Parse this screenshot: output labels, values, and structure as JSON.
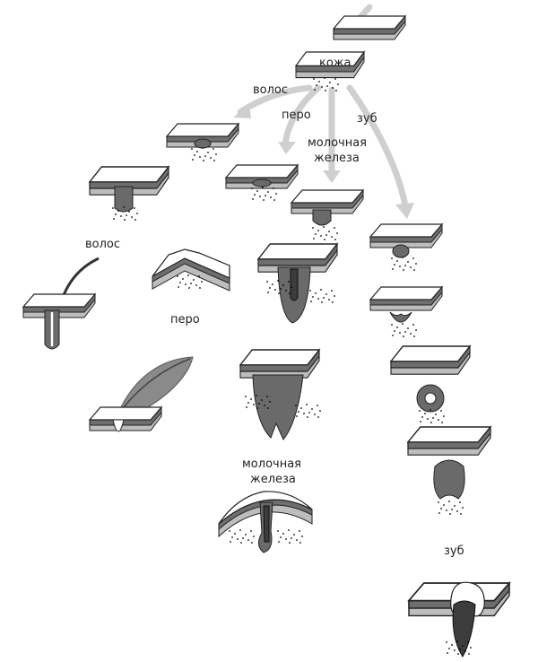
{
  "labels": {
    "skin": "кожа",
    "hair_branch": "волос",
    "feather_branch": "перо",
    "gland_branch_line1": "молочная",
    "gland_branch_line2": "железа",
    "tooth_branch": "зуб",
    "hair_final": "волос",
    "feather_final": "перо",
    "gland_final_line1": "молочная",
    "gland_final_line2": "железа",
    "tooth_final": "зуб"
  },
  "colors": {
    "arrow": "#cfcfcf",
    "epidermis": "#6e6e6e",
    "dermis": "#bdbdbd",
    "tissue": "#6a6a6a"
  }
}
